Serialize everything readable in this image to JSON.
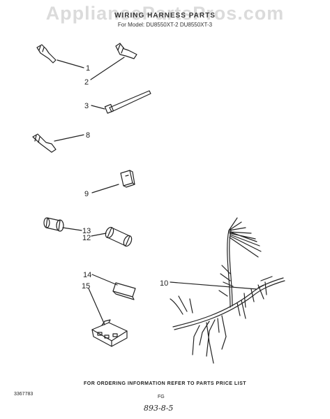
{
  "watermark": "AppliancePartsPros.com",
  "title": "WIRING HARNESS PARTS",
  "subtitle": "For Model: DU8550XT-2 DU8550XT-3",
  "callouts": [
    "1",
    "2",
    "3",
    "8",
    "9",
    "13",
    "12",
    "14",
    "15",
    "10"
  ],
  "footer": "FOR ORDERING INFORMATION REFER TO PARTS PRICE LIST",
  "doc_number": "3367783",
  "page_code": "FG",
  "handwritten_note": "893-8-5",
  "colors": {
    "line": "#222222",
    "background": "#ffffff",
    "watermark": "#bebebe"
  }
}
